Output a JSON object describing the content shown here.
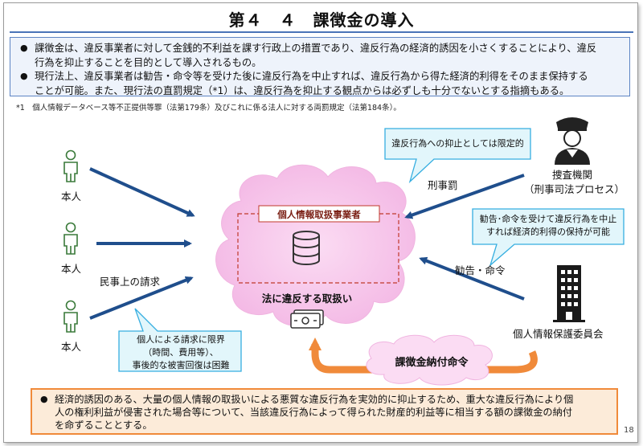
{
  "title": "第４　４　課徴金の導入",
  "bullets": [
    "課徴金は、違反事業者に対して金銭的不利益を課す行政上の措置であり、違反行為の経済的誘因を小さくすることにより、違反行為を抑止することを目的として導入されるもの。",
    "現行法上、違反事業者は勧告・命令等を受けた後に違反行為を中止すれば、違反行為から得た経済的利得をそのまま保持することが可能。また、現行法の直罰規定（*1）は、違反行為を抑止する観点からは必ずしも十分でないとする指摘もある。"
  ],
  "bullet_line2": [
    "行為を抑止することを目的として導入されるもの。",
    "ことが可能。また、現行法の直罰規定（*1）は、違反行為を抑止する観点からは必ずしも十分でないとする指摘もある。"
  ],
  "bullet_line1": [
    "課徴金は、違反事業者に対して金銭的不利益を課す行政上の措置であり、違反行為の経済的誘因を小さくすることにより、違反",
    "現行法上、違反事業者は勧告・命令等を受けた後に違反行為を中止すれば、違反行為から得た経済的利得をそのまま保持する"
  ],
  "bullet_mark": "●",
  "footnote": "*1　個人情報データベース等不正提供等罪（法第179条）及びこれに係る法人に対する両罰規定（法第184条）。",
  "people": [
    "本人",
    "本人",
    "本人"
  ],
  "civil_claim": "民事上の請求",
  "civil_callout": [
    "個人による請求に限界",
    "（時間、費用等）、",
    "事後的な被害回復は困難"
  ],
  "business_label": "個人情報取扱事業者",
  "violation_label": "法に違反する取扱い",
  "criminal_callout": "違反行為への抑止としては限定的",
  "criminal_penalty": "刑事罰",
  "investigation": [
    "捜査機関",
    "（刑事司法プロセス）"
  ],
  "order_callout": [
    "勧告･命令を受けて違反行為を中止",
    "すれば経済的利得の保持が可能"
  ],
  "recommendation_order": "勧告・命令",
  "commission": "個人情報保護委員会",
  "surcharge_order": "課徴金納付命令",
  "bottom_text_lines": [
    "経済的誘因のある、大量の個人情報の取扱いによる悪質な違反行為を実効的に抑止するため、重大な違反行為により個",
    "人の権利利益が侵害された場合等について、当該違反行為によって得られた財産的利益等に相当する額の課徴金の納付",
    "を命ずることとする。"
  ],
  "page_number": "18",
  "colors": {
    "title_rule": "#4a74b8",
    "top_box_fill": "#eef3fb",
    "arrow": "#1f4e8c",
    "cloud": "#f7c8ec",
    "callout_fill": "#e2f6fb",
    "callout_border": "#36aee0",
    "orange": "#f08a3a",
    "bottom_fill": "#fcebd9",
    "dashed_box": "#c0392b",
    "person_icon": "#3a7a3a"
  }
}
